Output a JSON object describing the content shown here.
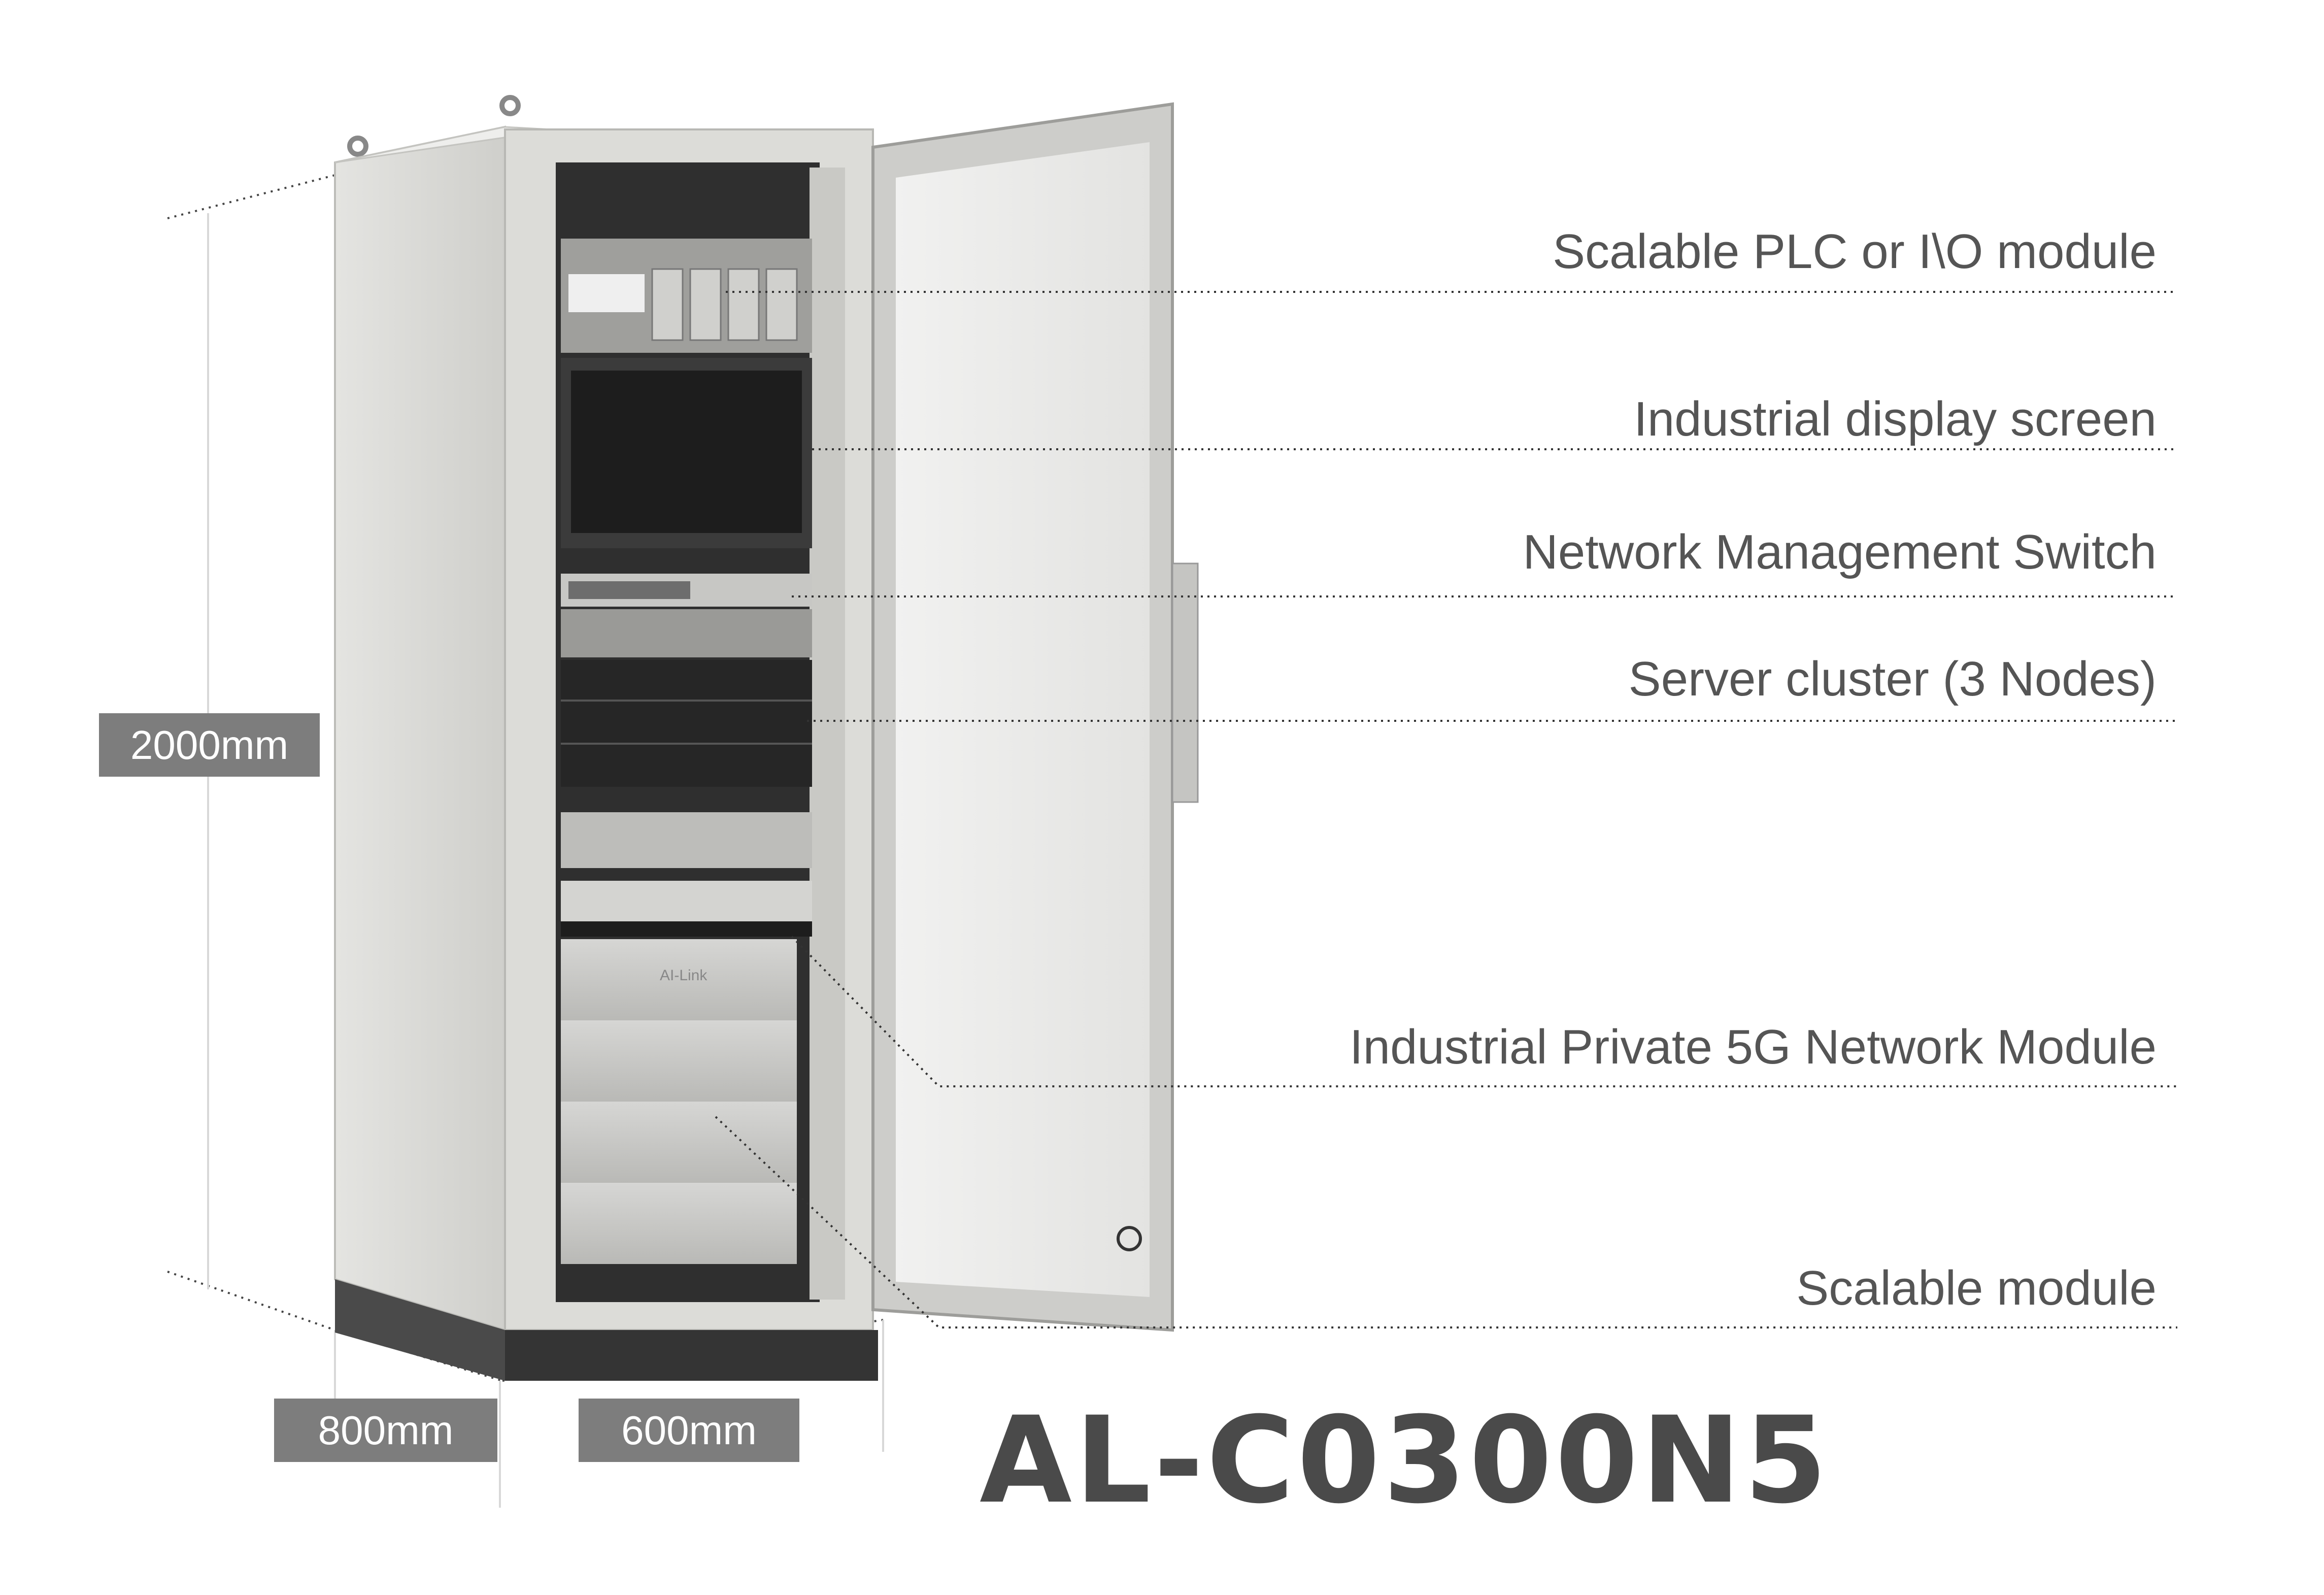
{
  "callouts": {
    "plc": "Scalable PLC or I\\O module",
    "display": "Industrial display screen",
    "switch": "Network Management Switch",
    "server": "Server cluster (3 Nodes)",
    "private5g": "Industrial Private 5G Network Module",
    "scalable": "Scalable module"
  },
  "dimensions": {
    "height": "2000mm",
    "depth": "800mm",
    "width": "600mm"
  },
  "model_name": "AL-C0300N5",
  "colors": {
    "text": "#555555",
    "badge": "#7d7d7d",
    "model": "#4a4a4a",
    "cabinet": "#d9d9d6",
    "base": "#3a3a3a"
  },
  "logo_text": "AI-Link"
}
